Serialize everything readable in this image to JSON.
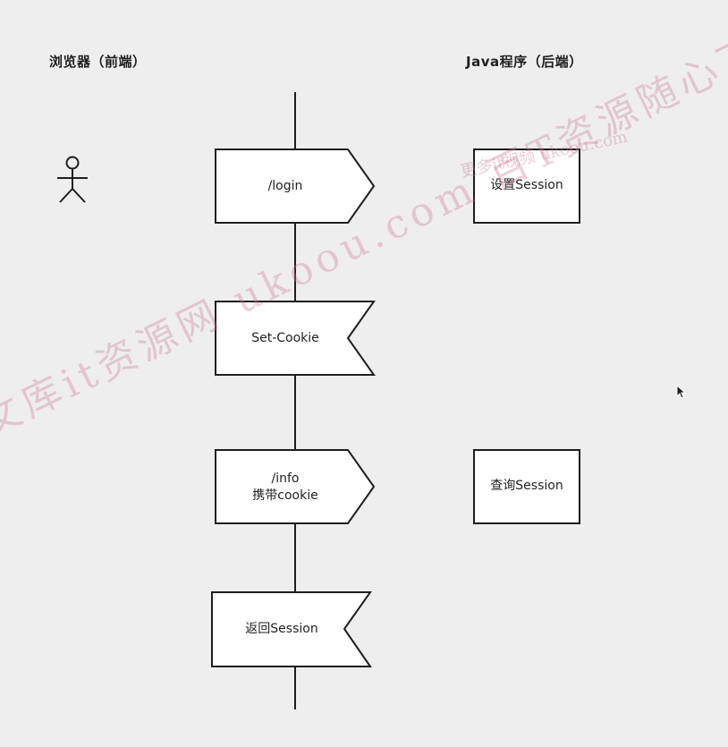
{
  "headings": {
    "browser": "浏览器（前端）",
    "java": "Java程序（后端）"
  },
  "flow_steps": [
    {
      "label": "/login",
      "shape": "arrow-right"
    },
    {
      "label": "Set-Cookie",
      "shape": "flag-left"
    },
    {
      "label_line1": "/info",
      "label_line2": "携带cookie",
      "shape": "arrow-right"
    },
    {
      "label": "返回Session",
      "shape": "flag-left"
    }
  ],
  "backend_boxes": [
    {
      "label": "设置Session"
    },
    {
      "label": "查询Session"
    }
  ],
  "icons": {
    "actor": "stick-figure-icon",
    "cursor": "mouse-pointer-icon"
  },
  "watermarks": {
    "main": "文库it资源网 ukoou.com 百T资源随心下",
    "small": "更多it视频 ukoou.com"
  },
  "colors": {
    "background": "#efeeee",
    "shape_fill": "#ffffff",
    "stroke": "#1e1e1e",
    "watermark": "#c87896"
  }
}
